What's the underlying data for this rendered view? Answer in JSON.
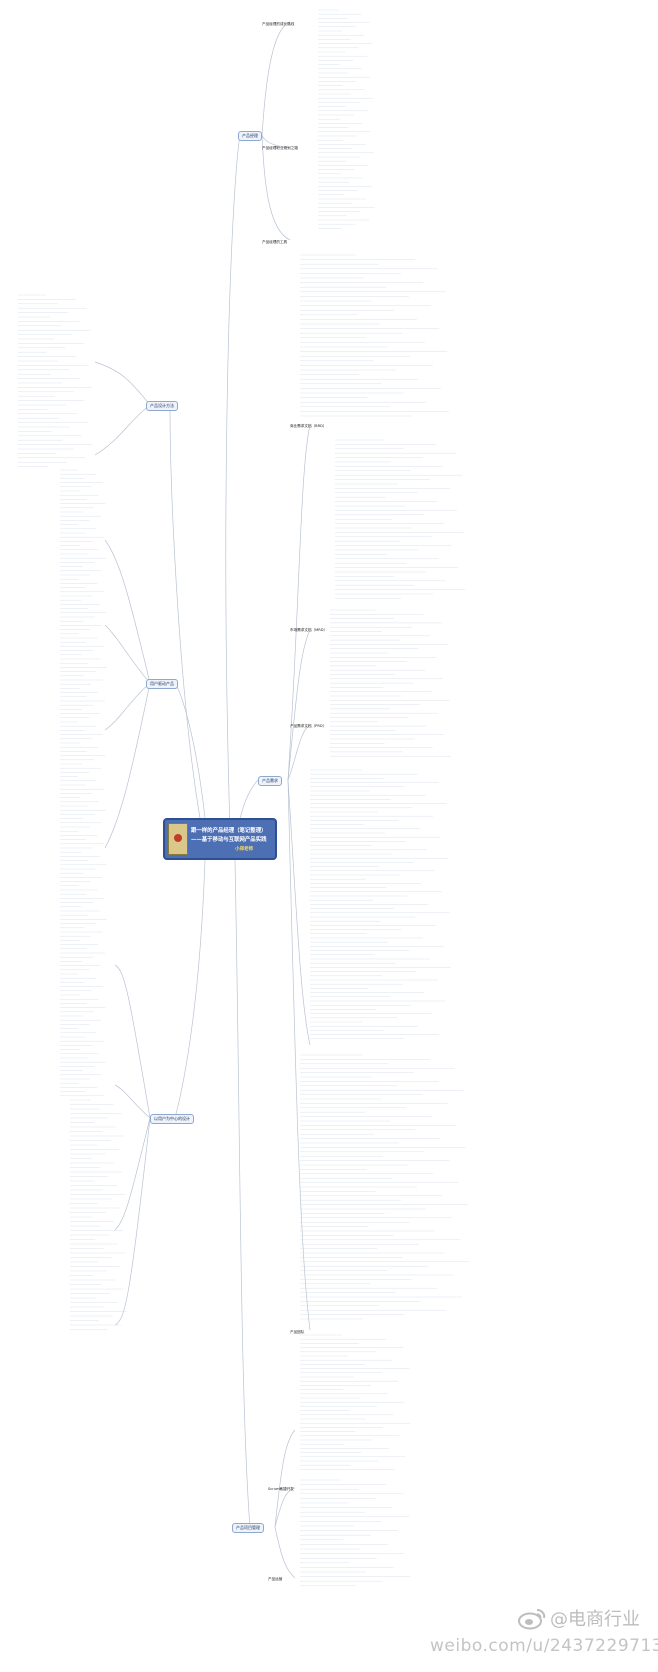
{
  "central_topic": {
    "line1": "跟一样的产品经理（笔记整理）",
    "line2": "——基于移动与互联网产品实践",
    "author": "小郑老师"
  },
  "watermark": {
    "brand": "@电商行业",
    "url": "weibo.com/u/2437229713"
  },
  "branches": {
    "product_manager": "产品经理",
    "product_manager_growth": "产品经理的成长路线",
    "product_manager_skills": "产品经理职业规划之路",
    "product_tools": "产品经理的工具",
    "product_team": "产品团队",
    "product_methods": "产品设计方法",
    "user_driven": "用户驱动产品",
    "ui_design": "以用户为中心的设计",
    "requirements": "产品需求",
    "project_mgmt": "产品项目管理",
    "agile": "Scrum敏捷开发",
    "product_ops": "产品运营",
    "mrd": "市场需求文档（MRD）",
    "prd": "产品需求文档（PRD）",
    "brd": "商业需求文档（BRD）"
  }
}
